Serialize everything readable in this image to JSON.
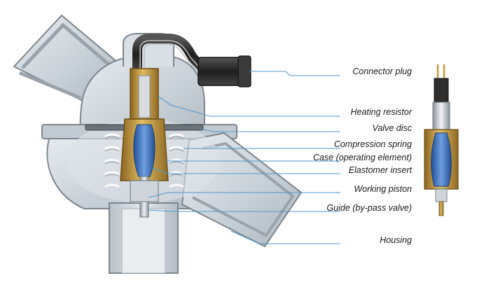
{
  "labels": {
    "connector_plug": "Connector plug",
    "heating_resistor": "Heating resistor",
    "valve_disc": "Valve disc",
    "compression_spring": "Compression spring",
    "case_operating_element": "Case (operating element)",
    "elastomer_insert": "Elastomer insert",
    "working_piston": "Working piston",
    "guide_bypass_valve": "Guide (by-pass valve)",
    "housing": "Housing"
  },
  "colors": {
    "housing_fill": "#cfd6dc",
    "housing_edge": "#7d868e",
    "brass": "#c79a3a",
    "elastomer_blue": "#3f6fb8",
    "cable_dark": "#2a2a2a",
    "leader_line": "#4f9ad0"
  }
}
